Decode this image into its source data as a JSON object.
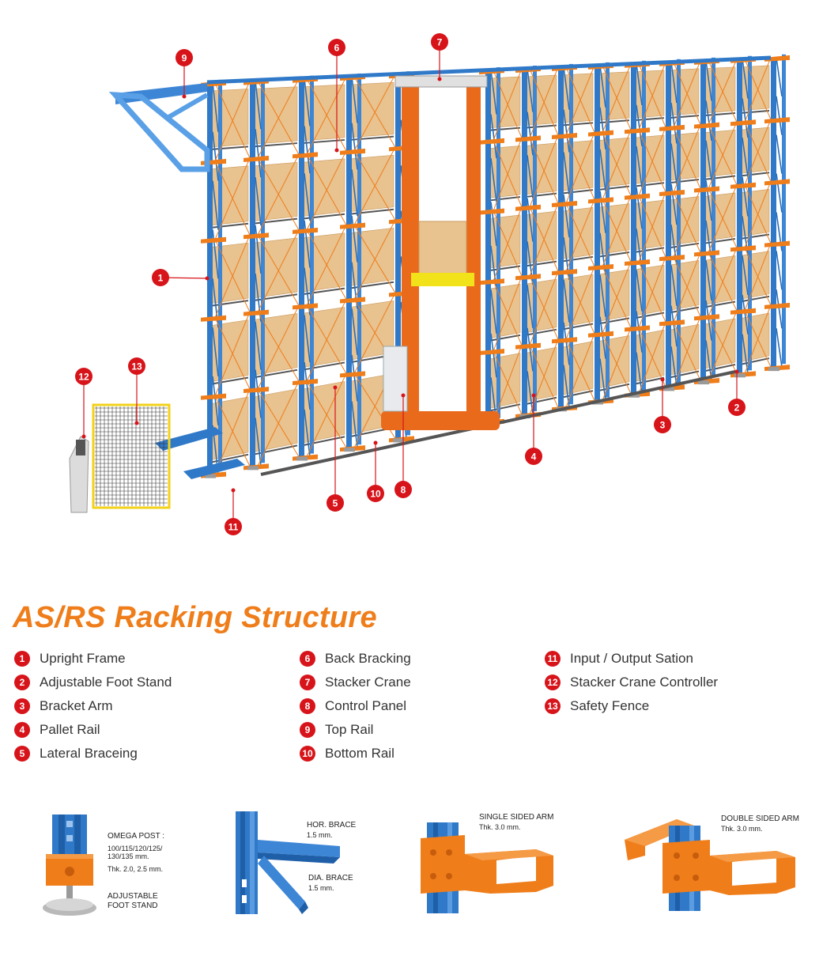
{
  "diagram": {
    "callouts": [
      {
        "num": "1"
      },
      {
        "num": "2"
      },
      {
        "num": "3"
      },
      {
        "num": "4"
      },
      {
        "num": "5"
      },
      {
        "num": "6"
      },
      {
        "num": "7"
      },
      {
        "num": "8"
      },
      {
        "num": "9"
      },
      {
        "num": "10"
      },
      {
        "num": "11"
      },
      {
        "num": "12"
      },
      {
        "num": "13"
      }
    ],
    "colors": {
      "upright": "#2f79c8",
      "beam": "#ef7d1a",
      "box": "#e8c28f",
      "crane": "#ea6a1c",
      "callout": "#d7141a"
    }
  },
  "title": "AS/RS Racking Structure",
  "legend": [
    {
      "num": "1",
      "label": "Upright Frame"
    },
    {
      "num": "2",
      "label": "Adjustable Foot Stand"
    },
    {
      "num": "3",
      "label": "Bracket Arm"
    },
    {
      "num": "4",
      "label": "Pallet Rail"
    },
    {
      "num": "5",
      "label": "Lateral Braceing"
    },
    {
      "num": "6",
      "label": "Back Bracking"
    },
    {
      "num": "7",
      "label": "Stacker Crane"
    },
    {
      "num": "8",
      "label": "Control Panel"
    },
    {
      "num": "9",
      "label": "Top Rail"
    },
    {
      "num": "10",
      "label": "Bottom Rail"
    },
    {
      "num": "11",
      "label": "Input / Output Sation"
    },
    {
      "num": "12",
      "label": "Stacker Crane Controller"
    },
    {
      "num": "13",
      "label": "Safety Fence"
    }
  ],
  "details": {
    "omega": {
      "name": "OMEGA POST :",
      "sizes": "100/115/120/125/\n130/135 mm.",
      "thk": "Thk. 2.0, 2.5 mm.",
      "foot": "ADJUSTABLE\nFOOT STAND"
    },
    "brace": {
      "hor": "HOR. BRACE",
      "hor_thk": "1.5 mm.",
      "dia": "DIA. BRACE",
      "dia_thk": "1.5 mm."
    },
    "single": {
      "name": "SINGLE SIDED ARM",
      "thk": "Thk. 3.0 mm."
    },
    "double": {
      "name": "DOUBLE SIDED ARM",
      "thk": "Thk. 3.0 mm."
    }
  }
}
